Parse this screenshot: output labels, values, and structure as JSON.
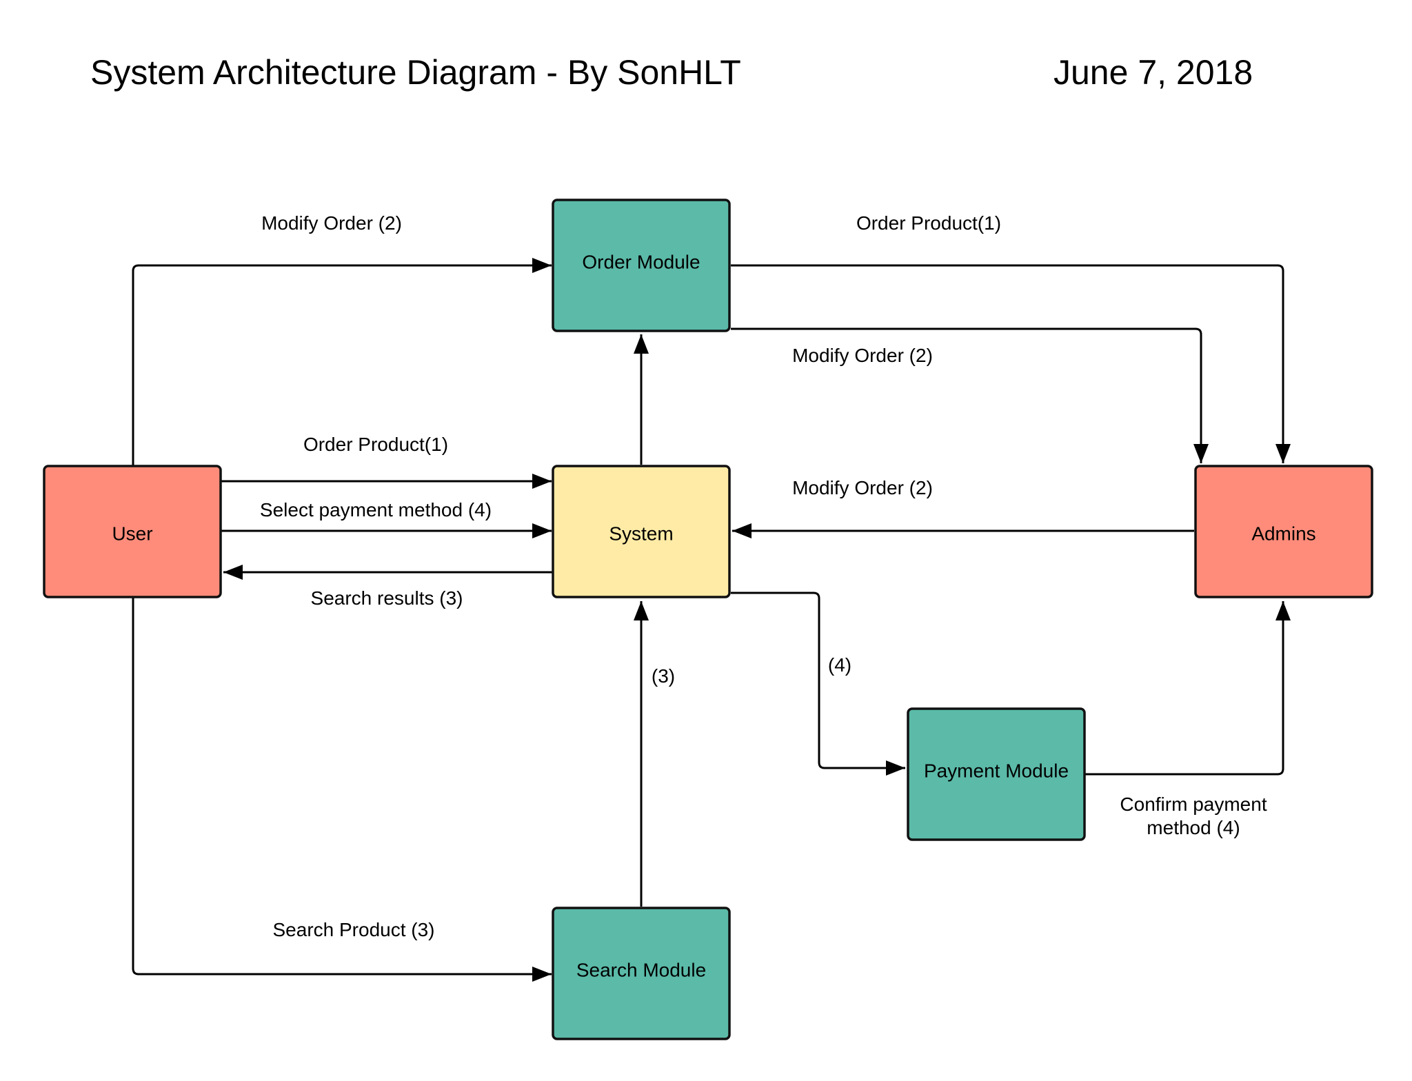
{
  "header": {
    "title": "System Architecture Diagram  - By SonHLT",
    "date": "June 7, 2018"
  },
  "colors": {
    "actor": "#FF8C7A",
    "system": "#FFEBA6",
    "module": "#5BBAA8",
    "line": "#000000"
  },
  "nodes": {
    "user": "User",
    "system": "System",
    "admins": "Admins",
    "order_module": "Order Module",
    "payment_module": "Payment Module",
    "search_module": "Search Module"
  },
  "edges": {
    "user_to_order_module": "Modify Order (2)",
    "order_module_to_admins": "Order Product(1)",
    "order_module_to_admins_modify": "Modify Order (2)",
    "user_to_system_order": "Order Product(1)",
    "user_to_system_payment": "Select payment method (4)",
    "system_to_user_results": "Search results (3)",
    "admins_to_system": "Modify Order (2)",
    "search_module_to_system": "(3)",
    "system_to_payment_module": "(4)",
    "payment_module_to_admins_line1": "Confirm payment",
    "payment_module_to_admins_line2": "method (4)",
    "user_to_search_module": "Search Product (3)"
  }
}
